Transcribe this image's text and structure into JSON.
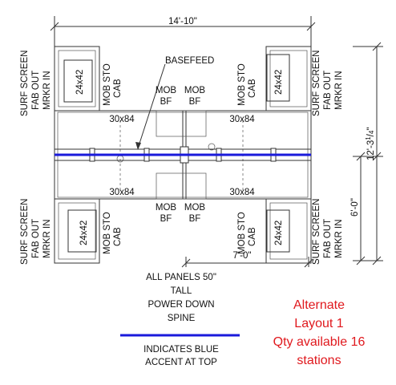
{
  "dimensions": {
    "overall_width": "14'-10\"",
    "overall_depth": "12'-3",
    "overall_depth_fraction_num": "1",
    "overall_depth_fraction_den": "4",
    "overall_depth_inch": "\"",
    "half_depth": "6'-0\"",
    "half_width": "7'-0\""
  },
  "labels": {
    "basefeed": "BASEFEED",
    "surf_screen": [
      "SURF SCREEN",
      "FAB OUT",
      "MRKR IN"
    ],
    "mob_sto_cab": [
      "MOB STO",
      "CAB"
    ],
    "mob_bf": [
      "MOB",
      "BF"
    ],
    "cabinet_size": "24x42",
    "worksurface_size": "30x84"
  },
  "notes": {
    "panels": [
      "ALL PANELS 50\"",
      "TALL",
      "POWER DOWN",
      "SPINE"
    ],
    "legend": [
      "INDICATES BLUE",
      "ACCENT AT TOP"
    ]
  },
  "callout": [
    "Alternate",
    "Layout 1",
    "Qty available 16",
    "stations"
  ],
  "colors": {
    "accent": "#1a1adb",
    "callout": "#e0191e",
    "line": "#333333"
  }
}
